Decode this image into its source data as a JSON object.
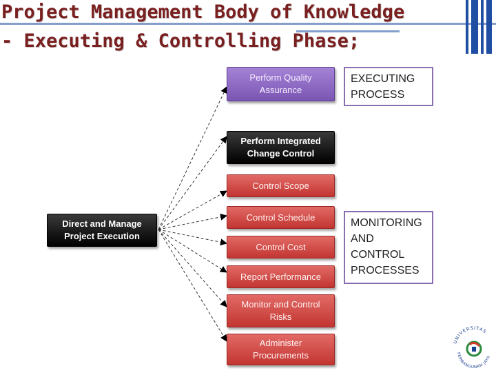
{
  "title": {
    "line1": "Project Management Body of Knowledge",
    "line2": "- Executing & Controlling Phase;"
  },
  "source_box": {
    "lines": [
      "Direct and Manage",
      "Project Execution"
    ]
  },
  "process_boxes": [
    {
      "lines": [
        "Perform Quality",
        "Assurance"
      ],
      "style": "purple"
    },
    {
      "lines": [
        "Perform Integrated",
        "Change Control"
      ],
      "style": "black"
    },
    {
      "lines": [
        "Control Scope"
      ],
      "style": "red"
    },
    {
      "lines": [
        "Control Schedule"
      ],
      "style": "red"
    },
    {
      "lines": [
        "Control Cost"
      ],
      "style": "red"
    },
    {
      "lines": [
        "Report Performance"
      ],
      "style": "red"
    },
    {
      "lines": [
        "Monitor and Control",
        "Risks"
      ],
      "style": "red"
    },
    {
      "lines": [
        "Administer",
        "Procurements"
      ],
      "style": "red"
    }
  ],
  "group_labels": [
    {
      "lines": [
        "EXECUTING",
        "PROCESS"
      ]
    },
    {
      "lines": [
        "MONITORING",
        "AND",
        "CONTROL",
        "PROCESSES"
      ]
    }
  ],
  "logo": {
    "text_top": "UNIVERSITAS",
    "text_bottom": "PEMBANGUNAN JAYA"
  },
  "colors": {
    "title": "#7a1f1f",
    "accent_blue": "#1f4ea3",
    "purple": "#8a66c4",
    "red": "#d2453f",
    "label_border": "#8a6fb0"
  }
}
